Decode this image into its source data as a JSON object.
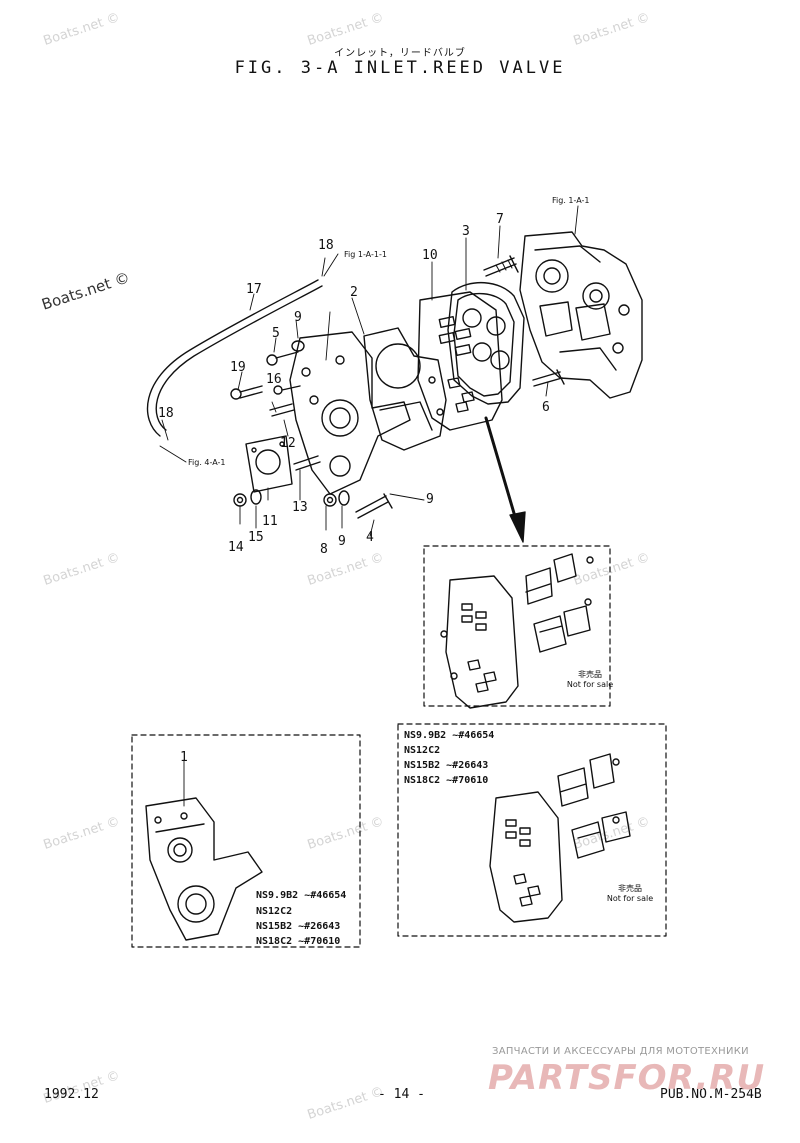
{
  "header": {
    "japanese_title": "インレット，リードバルブ",
    "title": "FIG.  3-A INLET.REED VALVE"
  },
  "watermarks": {
    "site": "Boats.net ©",
    "large": "Boats.net ©"
  },
  "part_labels": [
    "1",
    "2",
    "3",
    "4",
    "5",
    "6",
    "7",
    "8",
    "9",
    "9",
    "9",
    "10",
    "11",
    "12",
    "13",
    "14",
    "15",
    "16",
    "17",
    "18",
    "18",
    "19"
  ],
  "references": {
    "fig_1a1_top": "Fig. 1-A-1",
    "fig_1a11": "Fig 1-A-1-1",
    "fig_4a1": "Fig. 4-A-1"
  },
  "notes": {
    "not_for_sale_jp": "非売品",
    "not_for_sale": "Not for sale"
  },
  "lower_left_models": [
    {
      "model": "NS9.9B2",
      "serial": "~#46654"
    },
    {
      "model": "NS12C2",
      "serial": ""
    },
    {
      "model": "NS15B2",
      "serial": "~#26643"
    },
    {
      "model": "NS18C2",
      "serial": "~#70610"
    }
  ],
  "lower_right_models": [
    {
      "model": "NS9.9B2",
      "serial": "~#46654"
    },
    {
      "model": "NS12C2",
      "serial": ""
    },
    {
      "model": "NS15B2",
      "serial": "~#26643"
    },
    {
      "model": "NS18C2",
      "serial": "~#70610"
    }
  ],
  "footer": {
    "date": "1992.12",
    "page": "- 14 -",
    "pub": "PUB.NO.M-254B"
  },
  "shop_banner": {
    "tagline": "ЗАПЧАСТИ И АКСЕССУАРЫ ДЛЯ МОТОТЕХНИКИ",
    "logo": "PARTSFOR.RU"
  },
  "colors": {
    "ink": "#111111",
    "watermark": "#d4d4d4",
    "logo": "#e8b8b8"
  }
}
